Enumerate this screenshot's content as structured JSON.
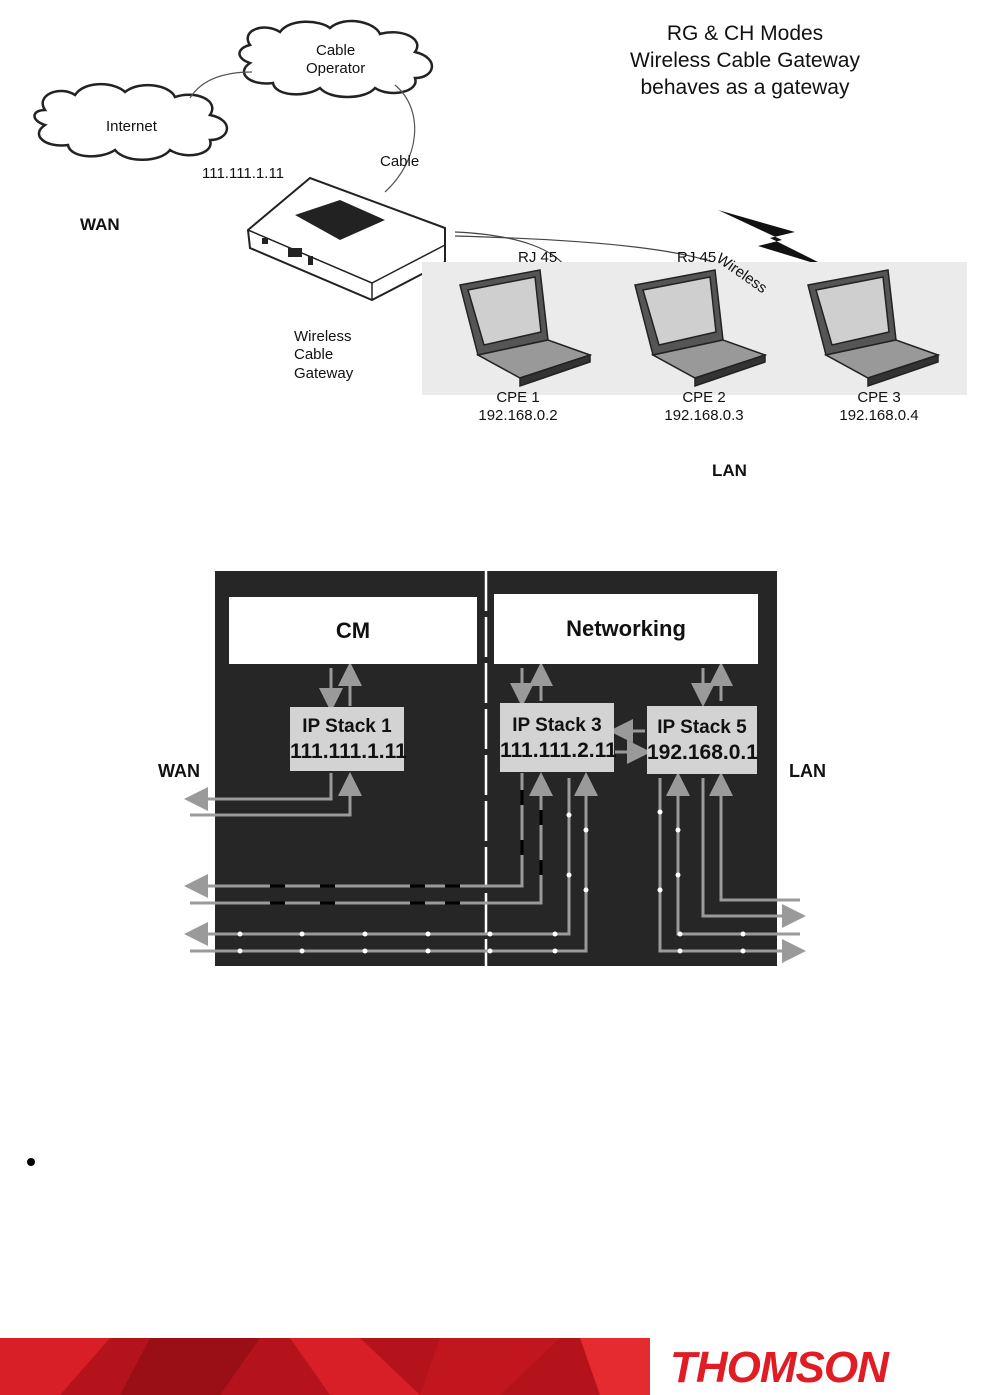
{
  "title_lines": [
    "RG & CH Modes",
    "Wireless Cable Gateway",
    "behaves as a gateway"
  ],
  "top": {
    "internet": "Internet",
    "cable_operator_1": "Cable",
    "cable_operator_2": "Operator",
    "cable": "Cable",
    "wan_ip": "111.111.1.11",
    "wan": "WAN",
    "gateway_1": "Wireless",
    "gateway_2": "Cable",
    "gateway_3": "Gateway",
    "rj45_a": "RJ 45",
    "rj45_b": "RJ 45",
    "wireless": "Wireless",
    "cpes": [
      {
        "name": "CPE 1",
        "ip": "192.168.0.2"
      },
      {
        "name": "CPE 2",
        "ip": "192.168.0.3"
      },
      {
        "name": "CPE 3",
        "ip": "192.168.0.4"
      }
    ],
    "lan": "LAN"
  },
  "bottom": {
    "cm": "CM",
    "networking": "Networking",
    "stack1_name": "IP Stack 1",
    "stack1_ip": "111.111.1.11",
    "stack3_name": "IP Stack 3",
    "stack3_ip": "111.111.2.11",
    "stack5_name": "IP Stack 5",
    "stack5_ip": "192.168.0.1",
    "wan": "WAN",
    "lan": "LAN"
  },
  "footer": {
    "brand": "THOMSON",
    "brand_color": "#e01c24"
  }
}
